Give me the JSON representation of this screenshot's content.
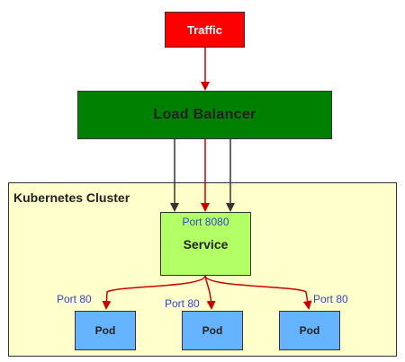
{
  "nodes": {
    "traffic": "Traffic",
    "load_balancer": "Load Balancer",
    "cluster": "Kubernetes Cluster",
    "service": {
      "port": "Port 8080",
      "label": "Service"
    },
    "pods": [
      {
        "label": "Pod",
        "port": "Port 80"
      },
      {
        "label": "Pod",
        "port": "Port 80"
      },
      {
        "label": "Pod",
        "port": "Port 80"
      }
    ]
  },
  "colors": {
    "traffic": "#ff0000",
    "load_balancer": "#008000",
    "cluster": "#ffffcc",
    "service": "#b3ff66",
    "pod": "#66b3ff",
    "port_text": "#3344cc",
    "arrow_red": "#cc0000",
    "arrow_dark": "#333333"
  }
}
